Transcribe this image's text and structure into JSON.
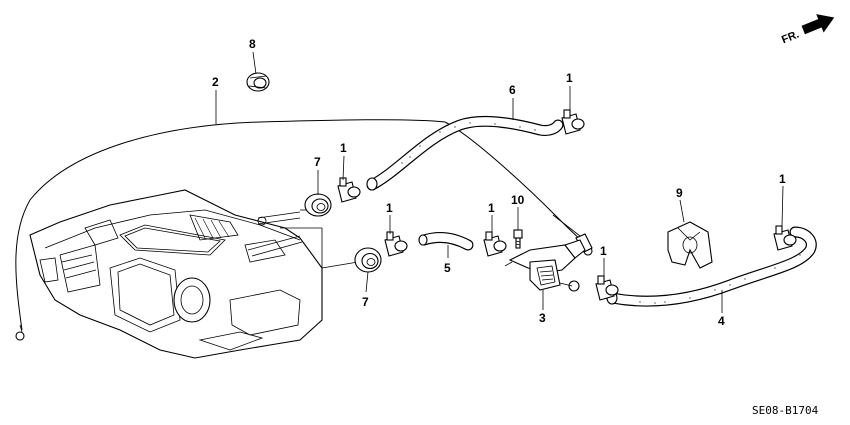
{
  "diagram": {
    "reference_code": "SE08-B1704",
    "direction_label": "FR.",
    "callouts": [
      {
        "id": "c1a",
        "label": "1"
      },
      {
        "id": "c1b",
        "label": "1"
      },
      {
        "id": "c1c",
        "label": "1"
      },
      {
        "id": "c1d",
        "label": "1"
      },
      {
        "id": "c1e",
        "label": "1"
      },
      {
        "id": "c1f",
        "label": "1"
      },
      {
        "id": "c2",
        "label": "2"
      },
      {
        "id": "c3",
        "label": "3"
      },
      {
        "id": "c4",
        "label": "4"
      },
      {
        "id": "c5",
        "label": "5"
      },
      {
        "id": "c6",
        "label": "6"
      },
      {
        "id": "c7a",
        "label": "7"
      },
      {
        "id": "c7b",
        "label": "7"
      },
      {
        "id": "c8",
        "label": "8"
      },
      {
        "id": "c9",
        "label": "9"
      },
      {
        "id": "c10",
        "label": "10"
      }
    ]
  }
}
